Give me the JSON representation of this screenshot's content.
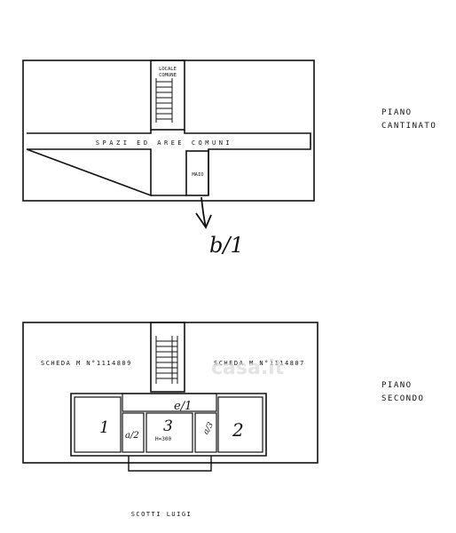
{
  "basement": {
    "floor_label_1": "PIANO",
    "floor_label_2": "CANTINATO",
    "stair_label_1": "LOCALE",
    "stair_label_2": "COMUNE",
    "corridor_label": "SPAZI ED AREE COMUNI",
    "cellar_label": "MAIO",
    "annotation": "b/1"
  },
  "second_floor": {
    "floor_label_1": "PIANO",
    "floor_label_2": "SECONDO",
    "left_card": "SCHEDA M N°1114809",
    "right_card": "SCHEDA M N°1114807",
    "subalterno_top": "e/1",
    "room_1": "1",
    "room_2": "2",
    "room_3": "3",
    "room_3_height": "H=300",
    "sub_left": "a/2",
    "sub_right": "a/3"
  },
  "owner": "SCOTTI LUIGI",
  "watermark": "casa.it"
}
